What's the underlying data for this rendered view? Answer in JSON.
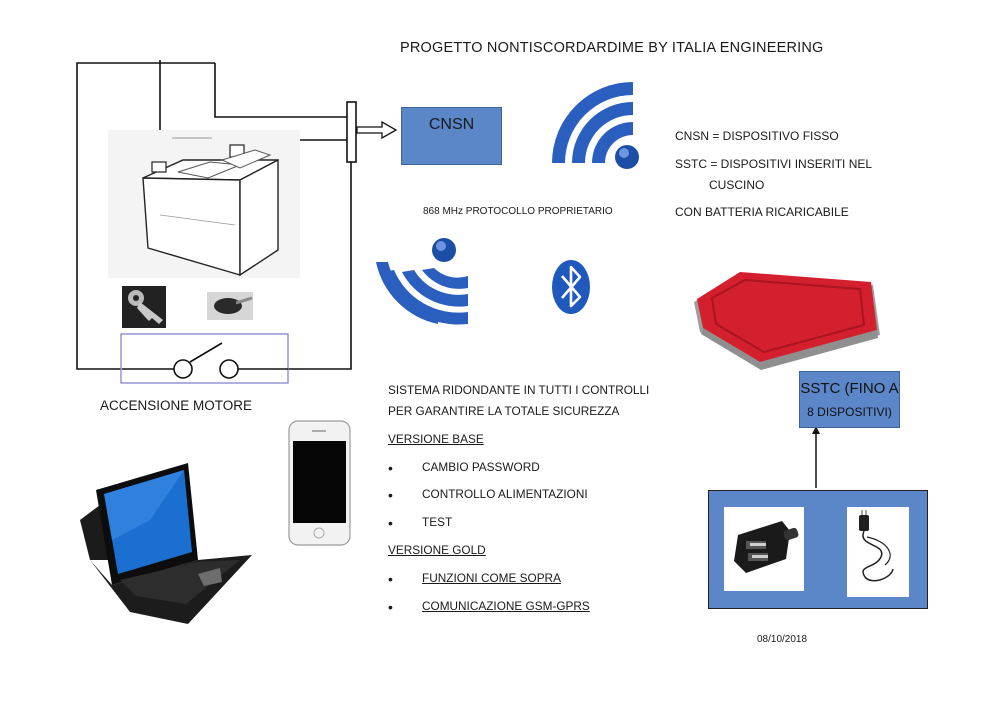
{
  "title": "PROGETTO NONTISCORDARDIME BY ITALIA ENGINEERING",
  "cnsn_box": {
    "label": "CNSN"
  },
  "frequency_note": "868 MHz  PROTOCOLLO PROPRIETARIO",
  "legend": {
    "line1": "CNSN = DISPOSITIVO FISSO",
    "line2": "SSTC = DISPOSITIVI INSERITI NEL",
    "line3": "CUSCINO",
    "line4": "CON BATTERIA RICARICABILE"
  },
  "sstc_box": {
    "line1": "SSTC (FINO A",
    "line2": "8 DISPOSITIVI)"
  },
  "engine_label": "ACCENSIONE MOTORE",
  "redundancy_text": {
    "line1": "SISTEMA RIDONDANTE IN TUTTI I CONTROLLI",
    "line2": "PER GARANTIRE LA TOTALE SICUREZZA"
  },
  "version_base": {
    "heading": "VERSIONE BASE",
    "items": [
      "CAMBIO PASSWORD",
      "CONTROLLO ALIMENTAZIONI",
      "TEST"
    ]
  },
  "version_gold": {
    "heading": "VERSIONE GOLD",
    "items": [
      "FUNZIONI COME SOPRA",
      "COMUNICAZIONE GSM-GPRS"
    ]
  },
  "date": "08/10/2018",
  "icons": {
    "wifi_large": "wifi-icon",
    "wifi_small": "wifi-icon",
    "bluetooth": "bluetooth-icon",
    "battery": "car-battery-icon",
    "key": "car-key-icon",
    "remote_key": "remote-key-icon",
    "switch": "ignition-switch-icon",
    "cushion": "cushion-icon",
    "laptop": "laptop-icon",
    "phone": "smartphone-icon",
    "car_charger": "usb-car-charger-icon",
    "wall_charger": "wall-charger-icon"
  },
  "colors": {
    "box_blue": "#5b86c8",
    "wifi_blue": "#1f56b8",
    "cushion_red": "#d4202e"
  }
}
